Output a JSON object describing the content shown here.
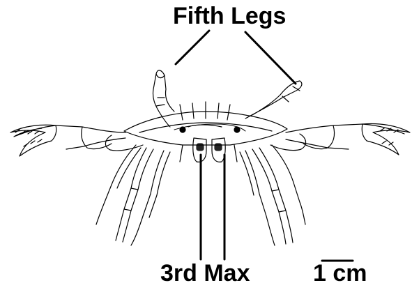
{
  "labels": {
    "top": "Fifth Legs",
    "bottom": "3rd Max",
    "scale": "1 cm"
  }
}
